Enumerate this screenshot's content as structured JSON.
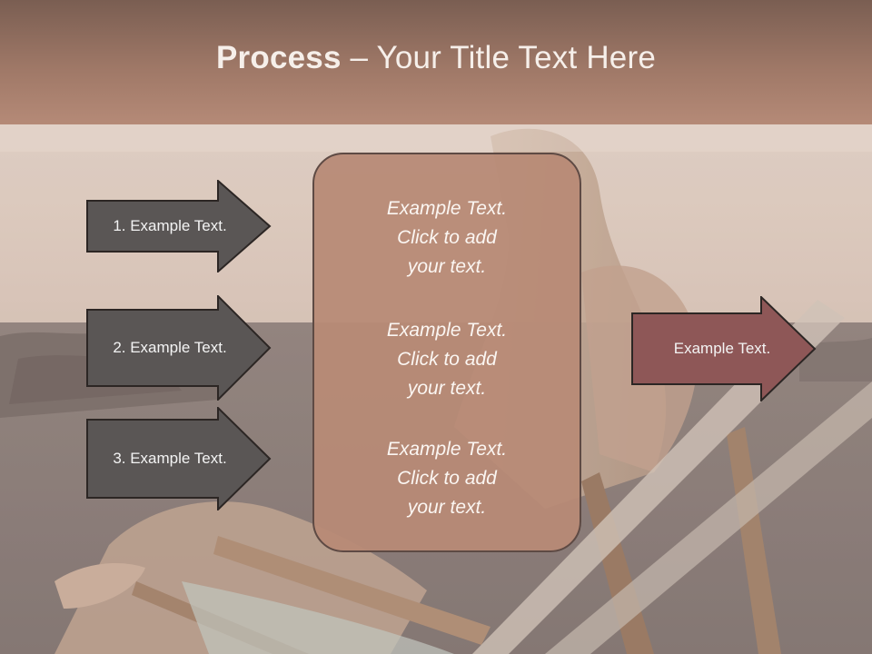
{
  "slide": {
    "title_bold": "Process",
    "title_rest": " – Your Title Text Here",
    "left_steps": [
      {
        "label": "1. Example Text."
      },
      {
        "label": "2. Example Text."
      },
      {
        "label": "3. Example Text."
      }
    ],
    "center_paragraphs": [
      {
        "lines": [
          "Example Text.",
          "Click  to add",
          "your text."
        ]
      },
      {
        "lines": [
          "Example Text.",
          "Click  to add",
          "your text."
        ]
      },
      {
        "lines": [
          "Example Text.",
          "Click  to add",
          "your text."
        ]
      }
    ],
    "right_arrow": {
      "label": "Example Text."
    }
  },
  "colors": {
    "title_bar": "#9f7867",
    "left_arrow_fill": "#5a5655",
    "right_arrow_fill": "#8e5757",
    "center_box_fill": "#b88a76",
    "outline": "#2c2624"
  }
}
